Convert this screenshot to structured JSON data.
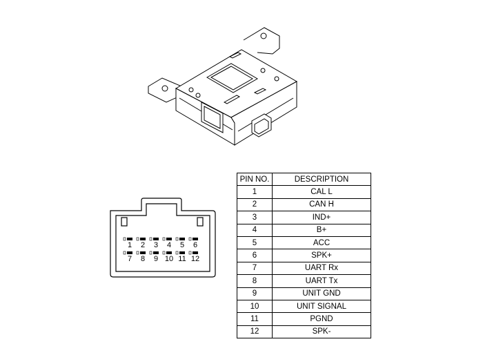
{
  "pin_table": {
    "headers": [
      "PIN NO.",
      "DESCRIPTION"
    ],
    "rows": [
      {
        "pin": "1",
        "desc": "CAL L"
      },
      {
        "pin": "2",
        "desc": "CAN H"
      },
      {
        "pin": "3",
        "desc": "IND+"
      },
      {
        "pin": "4",
        "desc": "B+"
      },
      {
        "pin": "5",
        "desc": "ACC"
      },
      {
        "pin": "6",
        "desc": "SPK+"
      },
      {
        "pin": "7",
        "desc": "UART Rx"
      },
      {
        "pin": "8",
        "desc": "UART Tx"
      },
      {
        "pin": "9",
        "desc": "UNIT GND"
      },
      {
        "pin": "10",
        "desc": "UNIT SIGNAL"
      },
      {
        "pin": "11",
        "desc": "PGND"
      },
      {
        "pin": "12",
        "desc": "SPK-"
      }
    ]
  },
  "connector": {
    "top_row_pins": [
      "1",
      "2",
      "3",
      "4",
      "5",
      "6"
    ],
    "bottom_row_pins": [
      "7",
      "8",
      "9",
      "10",
      "11",
      "12"
    ]
  }
}
